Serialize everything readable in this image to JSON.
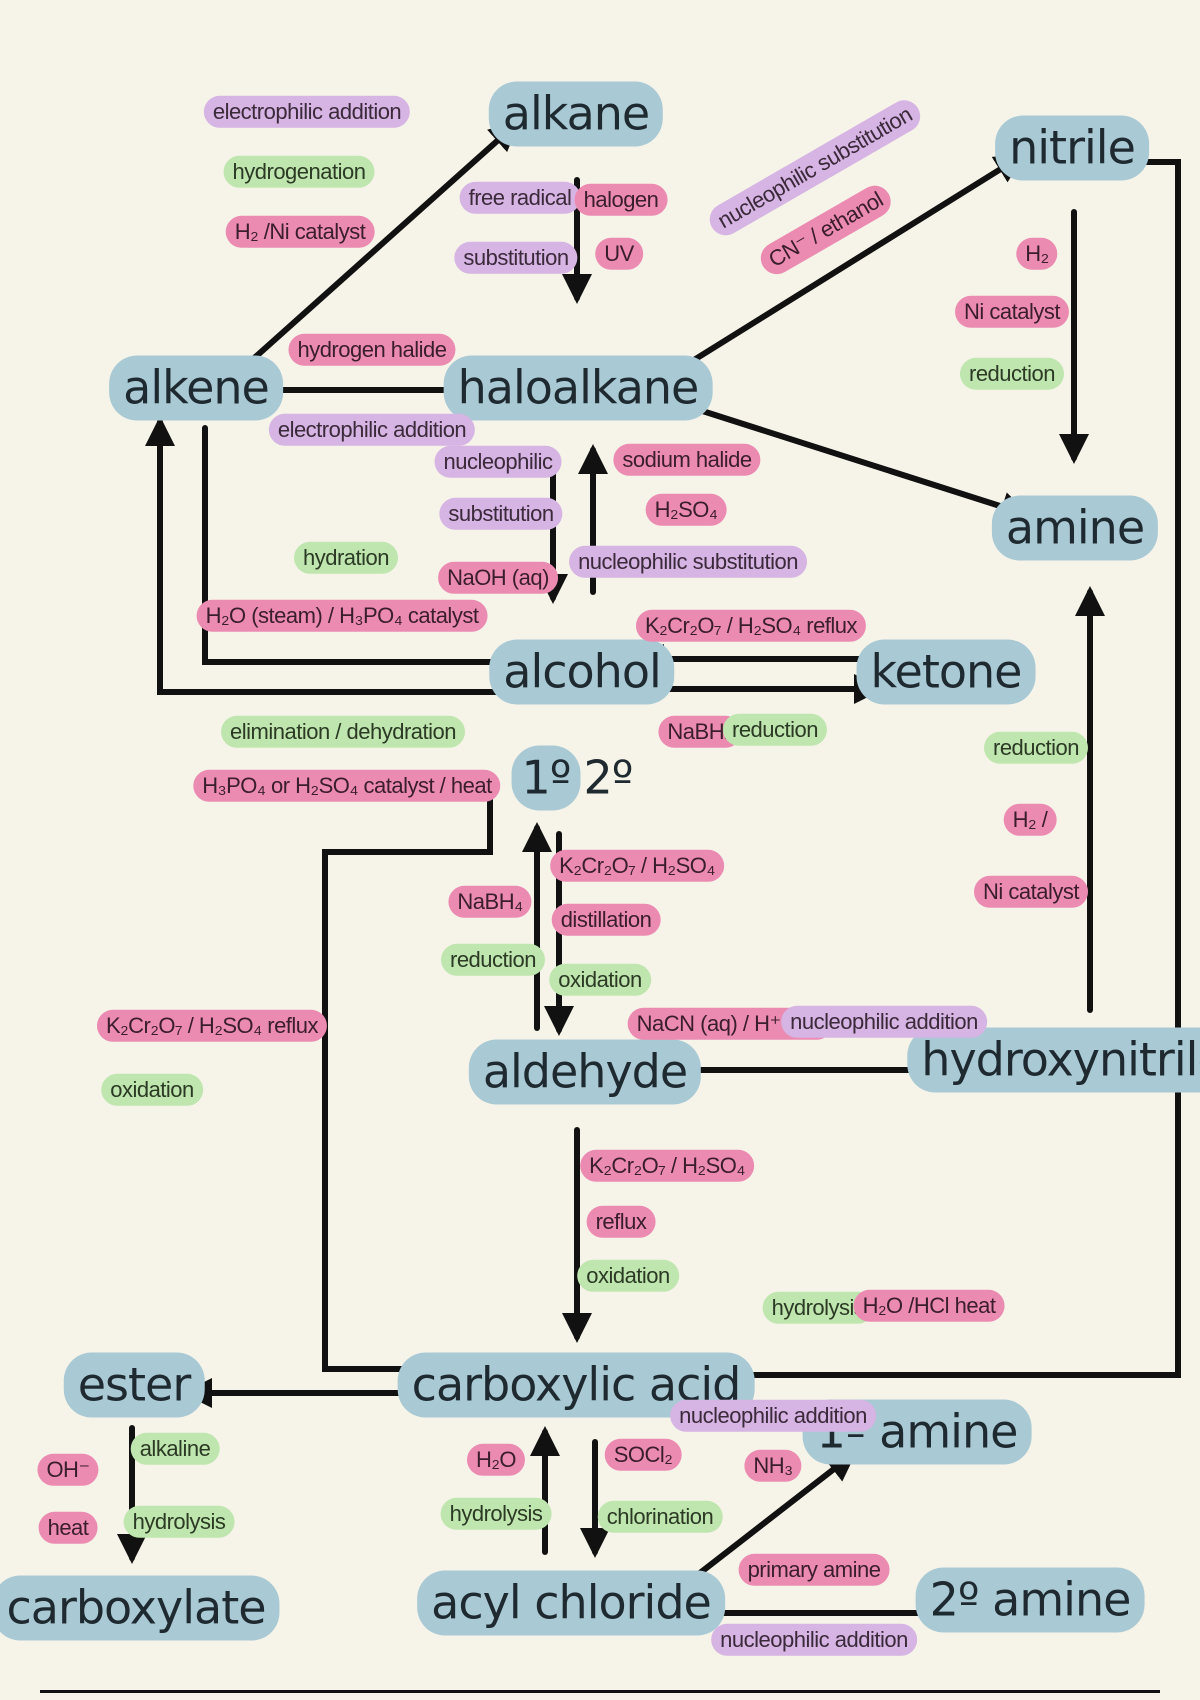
{
  "colors": {
    "background": "#f6f4e9",
    "node": "#a9c9d5",
    "condition_purple": "#d6b4e3",
    "condition_green": "#bfe6ae",
    "condition_pink": "#ec8bb2",
    "arrow": "#111111"
  },
  "nodes": {
    "alkane": "alkane",
    "nitrile": "nitrile",
    "alkene": "alkene",
    "haloalkane": "haloalkane",
    "amine": "amine",
    "alcohol": "alcohol",
    "ketone": "ketone",
    "primary": "1º",
    "secondary": "2º",
    "aldehyde": "aldehyde",
    "hydroxynitrile": "hydroxynitrile",
    "ester": "ester",
    "carboxylic_acid": "carboxylic acid",
    "primary_amine": "1º amine",
    "carboxylate": "carboxylate",
    "acyl_chloride": "acyl chloride",
    "secondary_amine": "2º amine"
  },
  "conditions": {
    "electrophilic_addition_1": "electrophilic addition",
    "hydrogenation": "hydrogenation",
    "h2_ni_catalyst": "H₂ /Ni catalyst",
    "free_radical": "free radical",
    "substitution_1": "substitution",
    "halogen": "halogen",
    "uv": "UV",
    "nucleophilic_substitution_1": "nucleophilic substitution",
    "cn_ethanol": "CN⁻ / ethanol",
    "h2": "H₂",
    "ni_catalyst_1": "Ni catalyst",
    "reduction_1": "reduction",
    "hydrogen_halide": "hydrogen halide",
    "electrophilic_addition_2": "electrophilic addition",
    "nucleophilic_2": "nucleophilic",
    "substitution_2": "substitution",
    "naoh_aq": "NaOH (aq)",
    "sodium_halide": "sodium halide",
    "h2so4": "H₂SO₄",
    "nucleophilic_substitution_3": "nucleophilic substitution",
    "hydration": "hydration",
    "h2o_steam": "H₂O (steam) / H₃PO₄ catalyst",
    "k2cr2o7_reflux_1": "K₂Cr₂O₇ / H₂SO₄ reflux",
    "nabh4_1": "NaBH₄",
    "reduction_2": "reduction",
    "elimination": "elimination / dehydration",
    "h3po4_h2so4": "H₃PO₄ or H₂SO₄ catalyst / heat",
    "reduction_3": "reduction",
    "h2_slash": "H₂ /",
    "ni_catalyst_2": "Ni catalyst",
    "k2cr2o7_1": "K₂Cr₂O₇ / H₂SO₄",
    "distillation": "distillation",
    "oxidation_1": "oxidation",
    "nabh4_2": "NaBH₄",
    "reduction_4": "reduction",
    "k2cr2o7_reflux_2": "K₂Cr₂O₇ / H₂SO₄ reflux",
    "oxidation_2": "oxidation",
    "nacn": "NaCN (aq) / H⁺ (aq)",
    "nucleophilic_addition_1": "nucleophilic addition",
    "k2cr2o7_2": "K₂Cr₂O₇ / H₂SO₄",
    "reflux": "reflux",
    "oxidation_3": "oxidation",
    "hydrolysis_1": "hydrolysis",
    "h2o_hcl": "H₂O /HCl heat",
    "oh_minus": "OH⁻",
    "heat": "heat",
    "alkaline": "alkaline",
    "hydrolysis_2": "hydrolysis",
    "h2o": "H₂O",
    "hydrolysis_3": "hydrolysis",
    "socl2": "SOCl₂",
    "chlorination": "chlorination",
    "nucleophilic_addition_2": "nucleophilic addition",
    "nh3": "NH₃",
    "primary_amine_tag": "primary amine",
    "nucleophilic_addition_3": "nucleophilic addition"
  }
}
